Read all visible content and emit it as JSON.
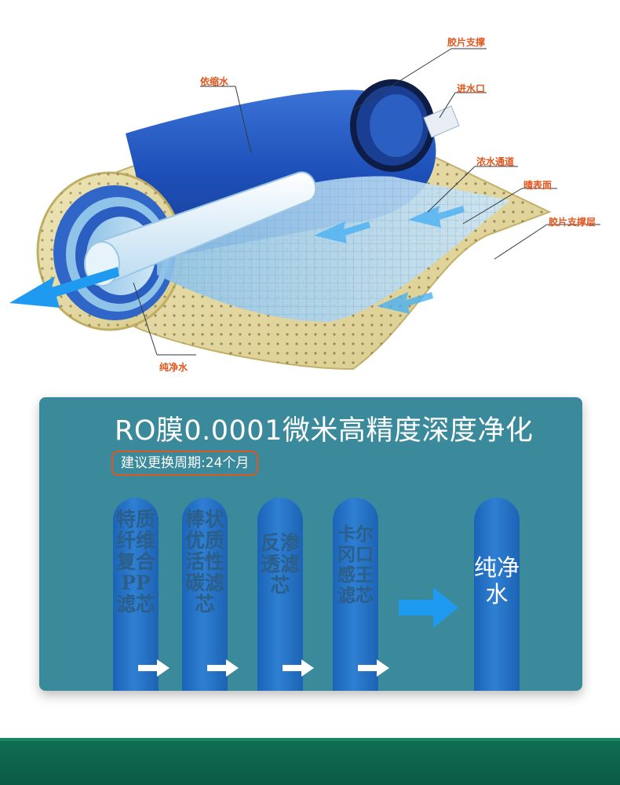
{
  "callouts": {
    "membrane_support": "胶片支撑",
    "inlet": "进水口",
    "concentrate": "依缩水",
    "concentrate_channel": "浓水通道",
    "membrane_surface": "晴表面",
    "membrane_support_layer": "胶片支撑层",
    "pure_water": "纯净水"
  },
  "panel": {
    "title": "RO膜0.0001微米高精度深度净化",
    "replacement_cycle": "建议更换周期:24个月",
    "stages": [
      {
        "label": "特质纤维复合PP滤芯"
      },
      {
        "label": "棒状优质活性碳滤芯"
      },
      {
        "label": "反渗透滤芯"
      },
      {
        "label": "卡尔冈口感王滤芯"
      }
    ],
    "result": "纯净水"
  },
  "colors": {
    "panel_bg": "#3b8a9c",
    "accent_orange": "#e0561c",
    "pill_blue": "#2577cc",
    "arrow_blue": "#1e9bf0",
    "bottom_band": "#0d6a4e"
  },
  "icons": [
    "arrow-right-icon",
    "large-arrow-right-icon",
    "flow-arrow-icon"
  ]
}
